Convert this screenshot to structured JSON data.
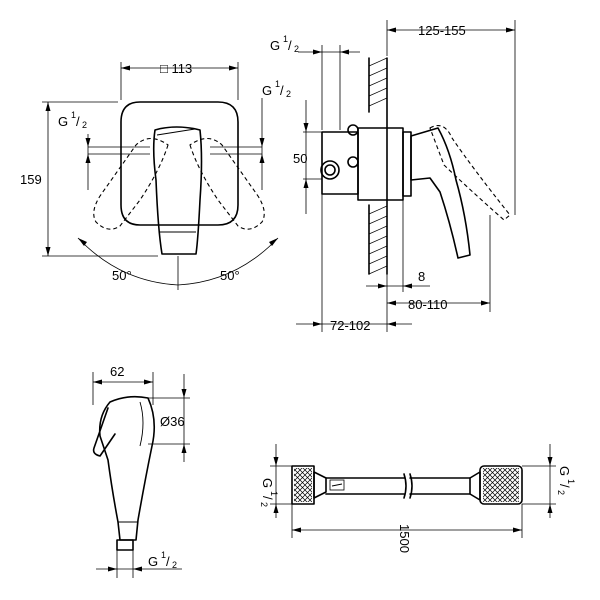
{
  "front_view": {
    "width_label": "□ 113",
    "height_label": "159",
    "thread_left": {
      "main": "G",
      "sup": "1",
      "sub": "2"
    },
    "thread_right": {
      "main": "G",
      "sup": "1",
      "sub": "2"
    },
    "angle_left": "50°",
    "angle_right": "50°"
  },
  "side_view": {
    "thread_top": {
      "main": "G",
      "sup": "1",
      "sub": "2"
    },
    "top_depth": "125-155",
    "outlet_height": "50",
    "wall_offset": "8",
    "depth_range": "80-110",
    "bottom_depth": "72-102"
  },
  "hand_shower": {
    "width": "62",
    "diameter": "Ø36",
    "thread": {
      "main": "G",
      "sup": "1",
      "sub": "2"
    }
  },
  "hose": {
    "length": "1500",
    "thread_left": {
      "main": "G",
      "sup": "1",
      "sub": "2"
    },
    "thread_right": {
      "main": "G",
      "sup": "1",
      "sub": "2"
    }
  }
}
